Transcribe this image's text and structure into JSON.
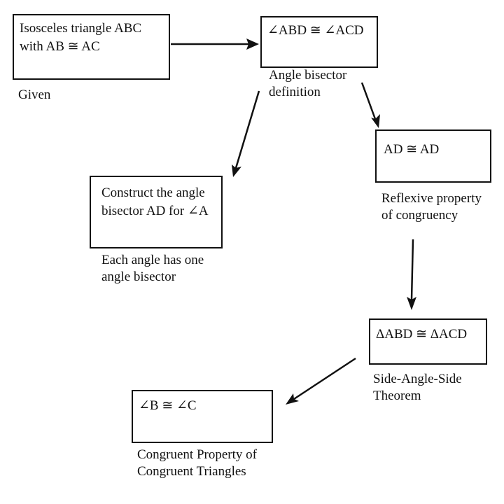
{
  "steps": [
    {
      "id": "s1",
      "statement": "Isosceles triangle ABC\nwith AB ≅ AC",
      "reason": "Given"
    },
    {
      "id": "s2",
      "statement": "∠ABD ≅ ∠ACD",
      "reason": "Angle bisector\ndefinition"
    },
    {
      "id": "s3",
      "statement": "Construct the angle\nbisector AD for ∠A",
      "reason": "Each angle has one\nangle bisector"
    },
    {
      "id": "s4",
      "statement": "AD ≅ AD",
      "reason": "Reflexive property\nof congruency"
    },
    {
      "id": "s5",
      "statement": "ΔABD ≅ ΔACD",
      "reason": "Side-Angle-Side\nTheorem"
    },
    {
      "id": "s6",
      "statement": "∠B ≅ ∠C",
      "reason": "Congruent Property of\nCongruent Triangles"
    }
  ],
  "connections": [
    {
      "from": "s1",
      "to": "s2"
    },
    {
      "from": "s2",
      "to": "s3"
    },
    {
      "from": "s2",
      "to": "s4"
    },
    {
      "from": "s4",
      "to": "s5"
    },
    {
      "from": "s5",
      "to": "s6"
    }
  ]
}
